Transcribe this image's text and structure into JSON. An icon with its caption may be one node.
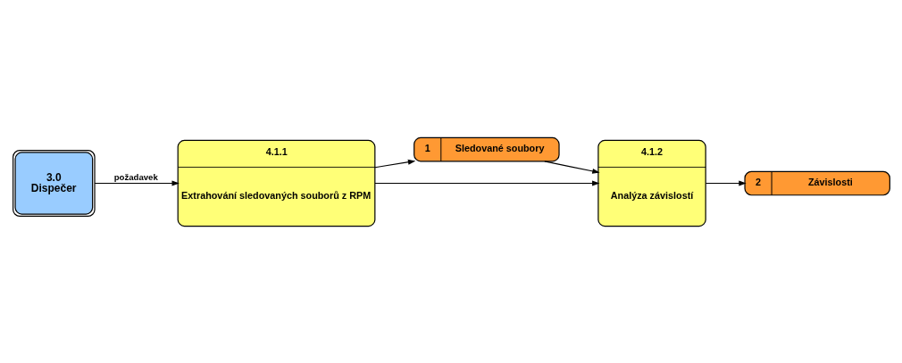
{
  "diagram": {
    "nodes": [
      {
        "text": [
          "3.0",
          "Dispečer"
        ]
      },
      {
        "text": [
          "4.1.1",
          "Extrahování sledovaných souborů z RPM"
        ]
      },
      {
        "text": [
          "1",
          "Sledované soubory"
        ]
      },
      {
        "text": [
          "4.1.2",
          "Analýza závislostí"
        ]
      },
      {
        "text": [
          "2",
          "Závislosti"
        ]
      }
    ],
    "edges": [
      {
        "from": 0,
        "to": 1,
        "label": "požadavek",
        "arrow": "to"
      },
      {
        "from": 1,
        "to": 2,
        "arrow": "to"
      },
      {
        "from": 2,
        "to": 3,
        "arrow": "to"
      },
      {
        "from": 1,
        "to": 3,
        "arrow": "to"
      },
      {
        "from": 3,
        "to": 4,
        "arrow": "to"
      }
    ]
  }
}
